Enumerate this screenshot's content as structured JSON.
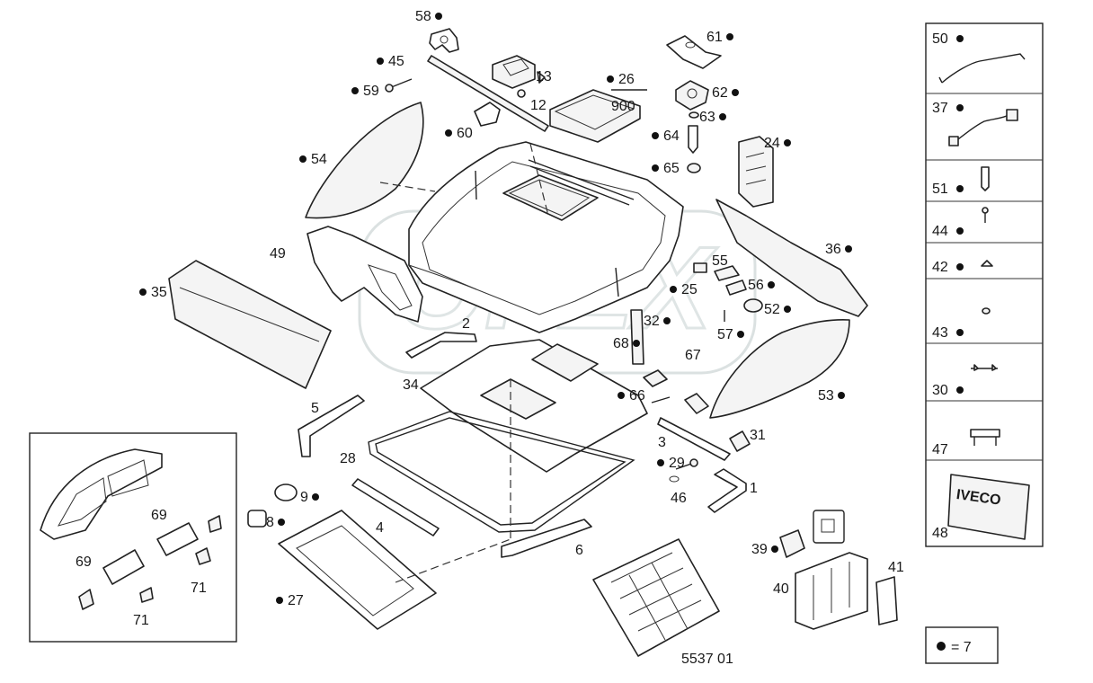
{
  "diagram": {
    "reference": "5537 01",
    "legend": {
      "text": "= 7"
    },
    "watermark": "OFEX",
    "part_labels": [
      {
        "id": "58",
        "dot": true
      },
      {
        "id": "45",
        "dot": true
      },
      {
        "id": "59",
        "dot": true
      },
      {
        "id": "13",
        "dot": false
      },
      {
        "id": "12",
        "dot": false
      },
      {
        "id": "26",
        "dot": true
      },
      {
        "id": "900",
        "dot": false
      },
      {
        "id": "61",
        "dot": true
      },
      {
        "id": "62",
        "dot": true
      },
      {
        "id": "63",
        "dot": true
      },
      {
        "id": "64",
        "dot": true
      },
      {
        "id": "65",
        "dot": true
      },
      {
        "id": "60",
        "dot": true
      },
      {
        "id": "54",
        "dot": true
      },
      {
        "id": "24",
        "dot": true
      },
      {
        "id": "49",
        "dot": false
      },
      {
        "id": "36",
        "dot": true
      },
      {
        "id": "55",
        "dot": false
      },
      {
        "id": "25",
        "dot": true
      },
      {
        "id": "56",
        "dot": true
      },
      {
        "id": "52",
        "dot": true
      },
      {
        "id": "35",
        "dot": true
      },
      {
        "id": "2",
        "dot": false
      },
      {
        "id": "32",
        "dot": true
      },
      {
        "id": "57",
        "dot": true
      },
      {
        "id": "68",
        "dot": true
      },
      {
        "id": "67",
        "dot": false
      },
      {
        "id": "34",
        "dot": false
      },
      {
        "id": "66",
        "dot": true
      },
      {
        "id": "53",
        "dot": true
      },
      {
        "id": "5",
        "dot": false
      },
      {
        "id": "31",
        "dot": false
      },
      {
        "id": "3",
        "dot": false
      },
      {
        "id": "28",
        "dot": false
      },
      {
        "id": "29",
        "dot": true
      },
      {
        "id": "46",
        "dot": false
      },
      {
        "id": "1",
        "dot": false
      },
      {
        "id": "9",
        "dot": true
      },
      {
        "id": "8",
        "dot": true
      },
      {
        "id": "4",
        "dot": false
      },
      {
        "id": "6",
        "dot": false
      },
      {
        "id": "27",
        "dot": true
      },
      {
        "id": "39",
        "dot": true
      },
      {
        "id": "40",
        "dot": false
      },
      {
        "id": "41",
        "dot": false
      },
      {
        "id": "69",
        "dot": false
      },
      {
        "id": "69b",
        "dot": false
      },
      {
        "id": "71",
        "dot": false
      },
      {
        "id": "71b",
        "dot": false
      }
    ],
    "sidebar_items": [
      {
        "id": "50",
        "dot": true
      },
      {
        "id": "37",
        "dot": true
      },
      {
        "id": "51",
        "dot": true
      },
      {
        "id": "44",
        "dot": true
      },
      {
        "id": "42",
        "dot": true
      },
      {
        "id": "43",
        "dot": true
      },
      {
        "id": "30",
        "dot": true
      },
      {
        "id": "47",
        "dot": false
      },
      {
        "id": "48",
        "dot": false
      }
    ],
    "badge_text": "IVECO"
  }
}
